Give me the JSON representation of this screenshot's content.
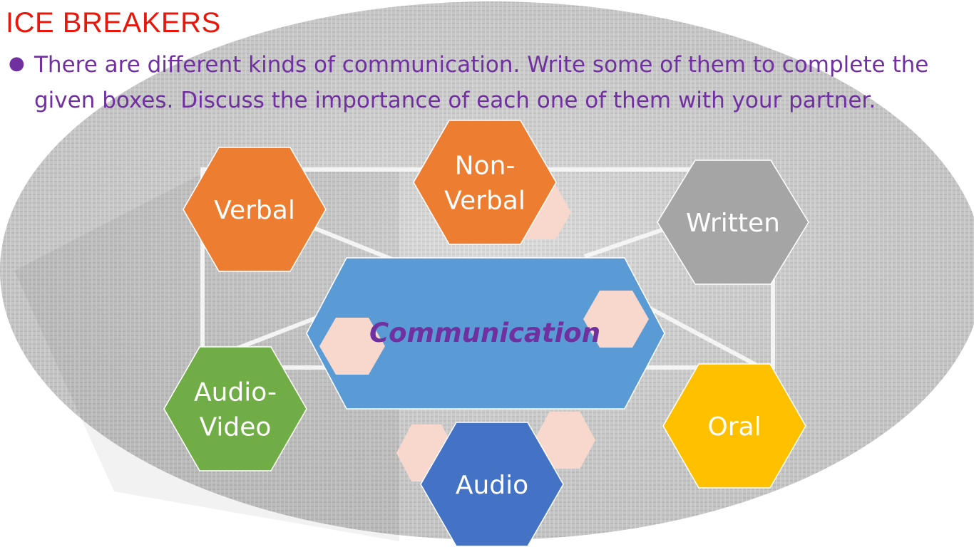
{
  "title": "ICE BREAKERS",
  "instruction": "There are different kinds of communication. Write some of them to complete the given boxes. Discuss the importance of each one of them with your partner.",
  "diagram": {
    "center": {
      "label": "Communication",
      "color": "#5b9bd5",
      "text_color": "#7030a0"
    },
    "nodes": [
      {
        "id": "verbal",
        "lines": [
          "Verbal"
        ],
        "color": "#ed7d31"
      },
      {
        "id": "non-verbal",
        "lines": [
          "Non-",
          "Verbal"
        ],
        "color": "#ed7d31"
      },
      {
        "id": "written",
        "lines": [
          "Written"
        ],
        "color": "#a5a5a5"
      },
      {
        "id": "oral",
        "lines": [
          "Oral"
        ],
        "color": "#ffc000"
      },
      {
        "id": "audio",
        "lines": [
          "Audio"
        ],
        "color": "#4472c4"
      },
      {
        "id": "audio-video",
        "lines": [
          "Audio-",
          "Video"
        ],
        "color": "#70ad47"
      }
    ],
    "accent_color": "#f8d7cc"
  }
}
